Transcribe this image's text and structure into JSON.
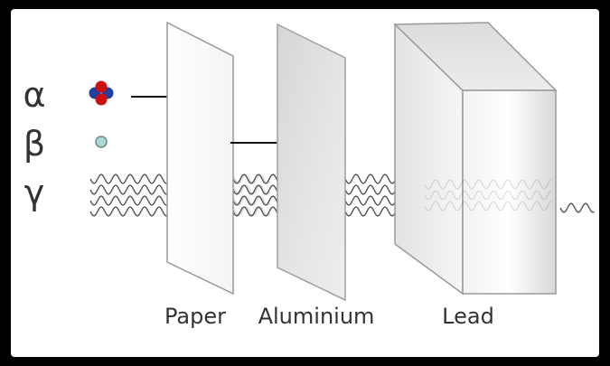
{
  "radiation": {
    "alpha": "α",
    "beta": "β",
    "gamma": "γ"
  },
  "materials": {
    "paper": "Paper",
    "aluminium": "Aluminium",
    "lead": "Lead"
  },
  "colors": {
    "frame": "#000000",
    "panel": "#ffffff",
    "alpha_proton": "#cc1111",
    "alpha_neutron": "#1f3f9f",
    "beta_particle": "#a8d8d8",
    "arrow": "#111111",
    "wave": "#555555"
  }
}
